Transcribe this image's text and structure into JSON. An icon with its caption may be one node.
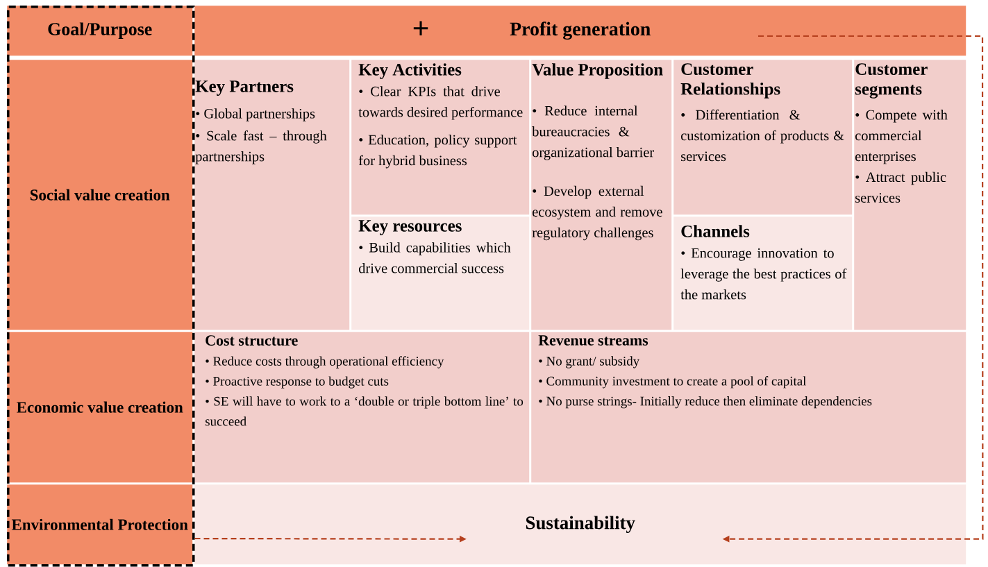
{
  "diagram": {
    "nodes": [
      {
        "text": [],
        "shape": "box"
      },
      {
        "text": [
          "Goal/Purpose"
        ],
        "in": 0
      },
      {
        "text": [
          "Profit generation"
        ]
      },
      {
        "text": [
          "Social value creation"
        ],
        "in": 0
      },
      {
        "text": [
          "Key Partners",
          "• Global partnerships",
          "• Scale fast – through partnerships"
        ]
      },
      {
        "text": [
          "Key Activities",
          "• Clear KPIs that drive towards desired performance",
          "• Education, policy support for hybrid business"
        ]
      },
      {
        "text": [
          "Key resources",
          "• Build capabilities which drive commercial success"
        ]
      },
      {
        "text": [
          "Value Proposition",
          "• Reduce internal bureaucracies & organizational barrier",
          "• Develop external ecosystem and remove regulatory challenges"
        ]
      },
      {
        "text": [
          "Customer Relationships",
          "• Differentiation & customization of products & services"
        ]
      },
      {
        "text": [
          "Channels",
          "• Encourage innovation to leverage the best practices of the markets"
        ]
      },
      {
        "text": [
          "Customer segments",
          "• Compete with commercial enterprises",
          "• Attract public services"
        ]
      },
      {
        "text": [
          "Economic value creation"
        ],
        "in": 0
      },
      {
        "text": [
          "Cost structure",
          "• Reduce costs through operational efficiency",
          "• Proactive response to budget cuts",
          "• SE will have to work to a ‘double or triple bottom line’ to succeed"
        ]
      },
      {
        "text": [
          "Revenue streams",
          "• No grant/ subsidy",
          "• Community investment to create a pool of capital",
          "• No purse strings- Initially reduce then eliminate dependencies"
        ]
      },
      {
        "text": [
          "Environmental Protection"
        ],
        "in": 0
      },
      {
        "text": [
          "Sustainability"
        ]
      }
    ],
    "edges": [
      {
        "from": 0,
        "to": 15,
        "arrow": "to",
        "style": "dashed",
        "color": "#b5401e"
      },
      {
        "from": 2,
        "to": 15,
        "arrow": "to",
        "style": "dashed",
        "color": "#b5401e"
      }
    ],
    "labels": [
      "+"
    ]
  }
}
